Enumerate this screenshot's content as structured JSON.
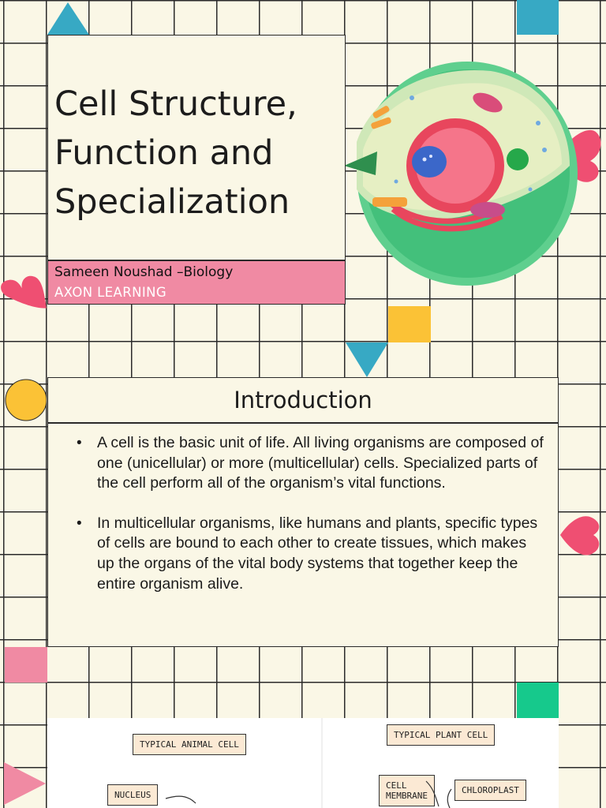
{
  "slide": {
    "title_lines": [
      "Cell Structure,",
      "Function and",
      "Specialization"
    ],
    "author_line": "Sameen Noushad –Biology",
    "org_line": "AXON LEARNING"
  },
  "intro": {
    "heading": "Introduction",
    "bullets": [
      "A cell is the basic unit of life. All living organisms are composed of one (unicellular) or more (multicellular) cells. Specialized parts of the cell perform all of the organism’s vital functions.",
      "In multicellular organisms, like humans and plants, specific types of cells are bound to each other to create tissues, which makes up the organs of the vital body systems that together keep the entire organism alive."
    ]
  },
  "diagram": {
    "animal_label": "TYPICAL ANIMAL CELL",
    "plant_label": "TYPICAL PLANT CELL",
    "nucleus_label": "NUCLEUS",
    "cell_membrane_label": [
      "CELL",
      "MEMBRANE"
    ],
    "chloroplast_label": "CHLOROPLAST"
  },
  "colors": {
    "background": "#faf7e6",
    "pink": "#f08aa3",
    "heart_red": "#ef4f72",
    "teal": "#37a9c4",
    "yellow": "#fbc236",
    "green": "#16c98c",
    "cell_green": "#5fcf8e"
  },
  "decorations": [
    "triangle-up",
    "square",
    "heart",
    "circle",
    "triangle-down",
    "triangle-right",
    "cell-illustration"
  ]
}
